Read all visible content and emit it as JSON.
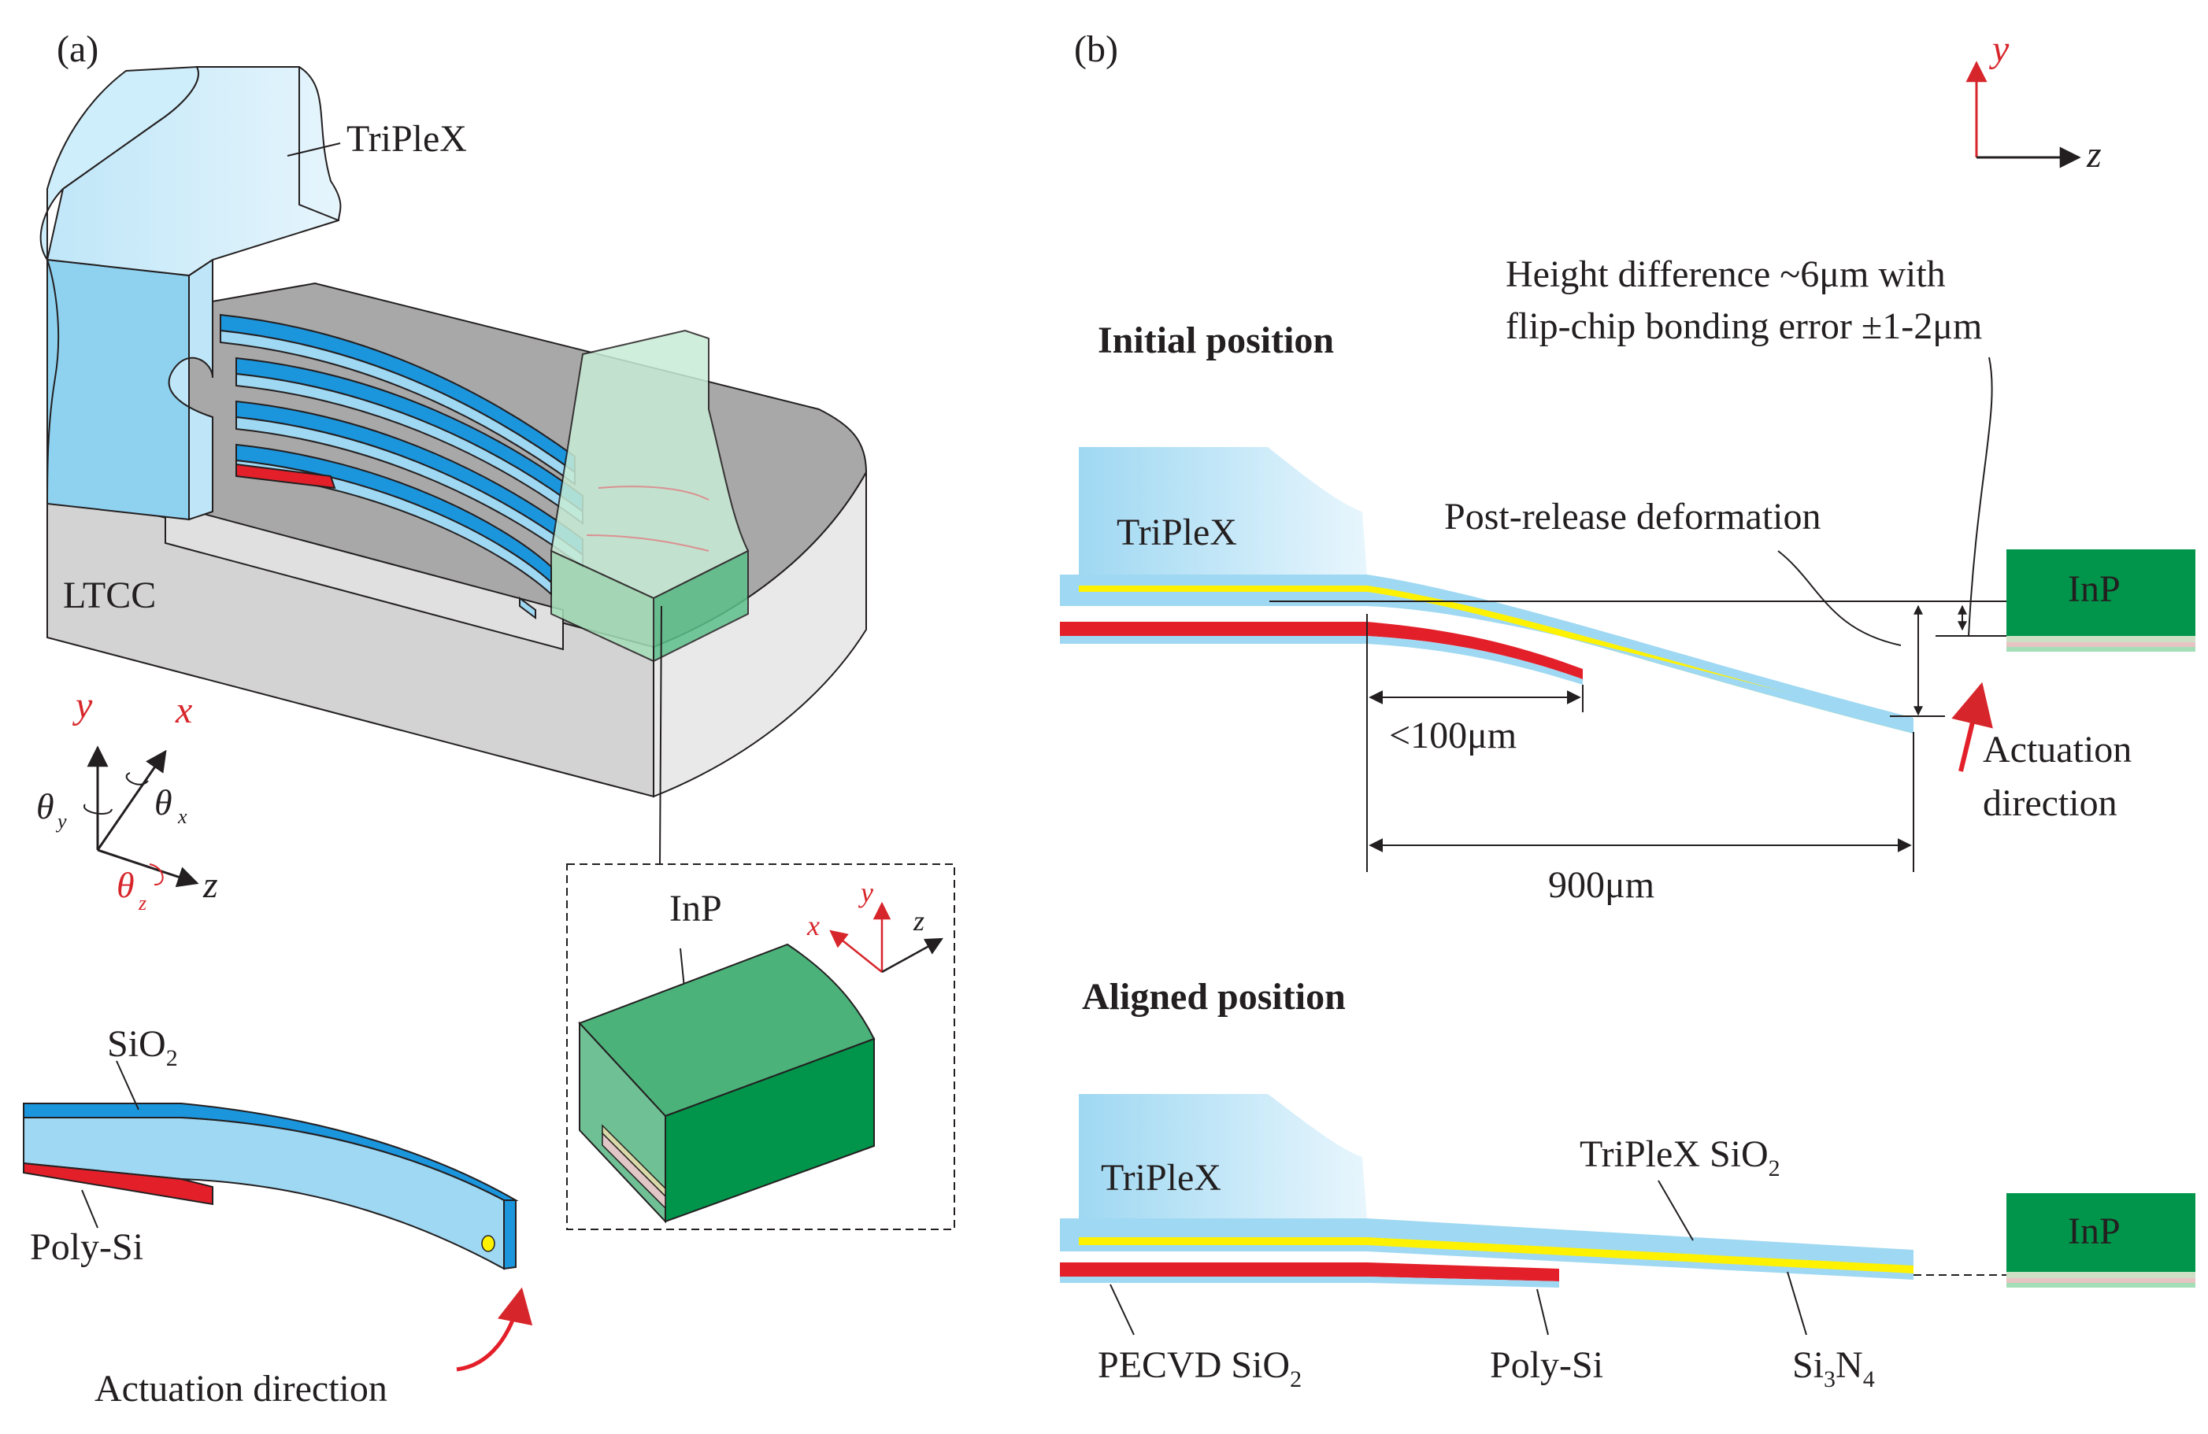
{
  "panel_a": {
    "label": "(a)",
    "triplex": "TriPleX",
    "ltcc": "LTCC",
    "inp": "InP",
    "sio2": "SiO",
    "sio2_sub": "2",
    "polysi": "Poly-Si",
    "actuation": "Actuation direction",
    "axes": {
      "y": "y",
      "x": "x",
      "z": "z",
      "theta": "θ",
      "sub_y": "y",
      "sub_x": "x",
      "sub_z": "z"
    },
    "inset_axes": {
      "x": "x",
      "y": "y",
      "z": "z"
    }
  },
  "panel_b": {
    "label": "(b)",
    "axes": {
      "y": "y",
      "z": "z"
    },
    "initial_title": "Initial position",
    "aligned_title": "Aligned position",
    "height_line1": "Height difference ~6μm with",
    "height_line2": "flip-chip bonding error ±1-2μm",
    "post_release": "Post-release deformation",
    "triplex": "TriPleX",
    "inp": "InP",
    "dim_100": "<100μm",
    "dim_900": "900μm",
    "actuation_l1": "Actuation",
    "actuation_l2": "direction",
    "triplex_sio2": "TriPleX SiO",
    "triplex_sio2_sub": "2",
    "pecvd": "PECVD SiO",
    "pecvd_sub": "2",
    "polysi": "Poly-Si",
    "si3n4_si": "Si",
    "si3n4_3": "3",
    "si3n4_n": "N",
    "si3n4_4": "4"
  },
  "colors": {
    "light_blue": "#9fd8f2",
    "blue": "#1b95dc",
    "red": "#e3202a",
    "yellow": "#fff200",
    "green": "#00954a",
    "green_light": "#4bb27a",
    "gray": "#cfcfcf",
    "gray_dark": "#9e9e9e",
    "axis_red": "#d7262b"
  }
}
